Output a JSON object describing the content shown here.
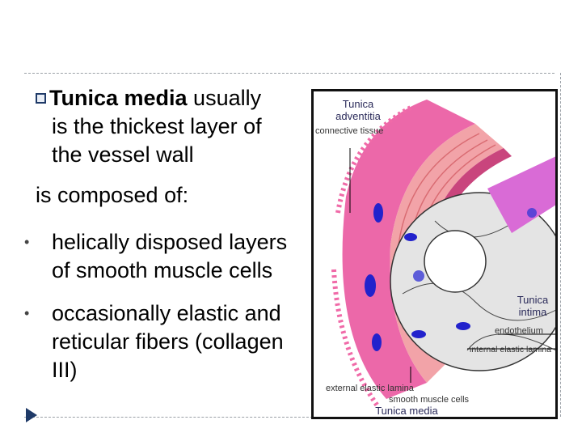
{
  "headline": {
    "bold": "Tunica media",
    "rest_line1": " usually",
    "line2": "is the thickest layer of",
    "line3": "the vessel wall"
  },
  "composed_label": "is composed of:",
  "bullets": [
    {
      "marker": "•",
      "text": " helically disposed layers of smooth muscle cells"
    },
    {
      "marker": "•",
      "text": "occasionally elastic and reticular fibers (collagen  III)"
    }
  ],
  "figure": {
    "labels": {
      "adventitia_title": "Tunica adventitia",
      "connective_tissue": "connective tissue",
      "intima_title": "Tunica intima",
      "endothelium": "endothelium",
      "internal_elastic_lamina": "internal elastic lamina",
      "external_elastic_lamina": "external elastic lamina",
      "smooth_muscle_cells": "smooth muscle cells",
      "media_title": "Tunica media"
    },
    "colors": {
      "adventitia": "#e94e9a",
      "media": "#f2a3a8",
      "intima_band": "#d96bd6",
      "lumen": "#e4e4e4",
      "nuclei": "#2222cc"
    }
  }
}
